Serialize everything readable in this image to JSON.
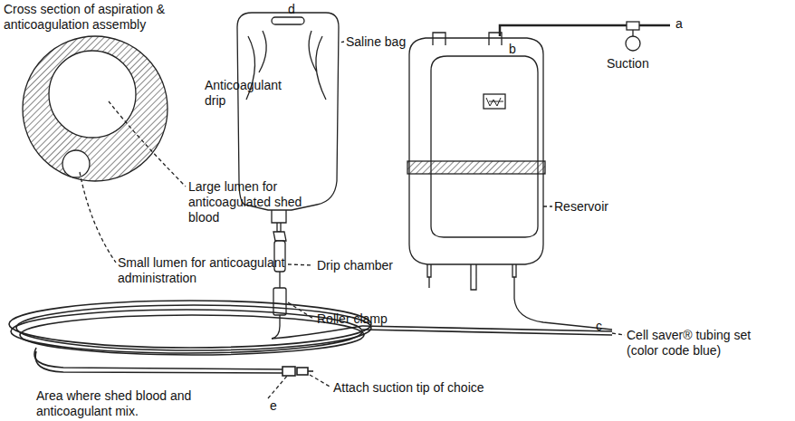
{
  "diagram": {
    "labels": [
      "Cross section of aspiration & anticoagulation assembly",
      "d",
      "Anticoagulant drip",
      "Saline bag",
      "a",
      "Suction",
      "b",
      "Reservoir",
      "Large lumen for anticoagulated shed blood",
      "Small lumen for anticoagulant administration",
      "Drip chamber",
      "Roller clamp",
      "c",
      "Cell saver® tubing set (color code blue)",
      "e",
      "Attach suction tip of choice",
      "Area where shed blood and anticoagulant mix."
    ]
  }
}
